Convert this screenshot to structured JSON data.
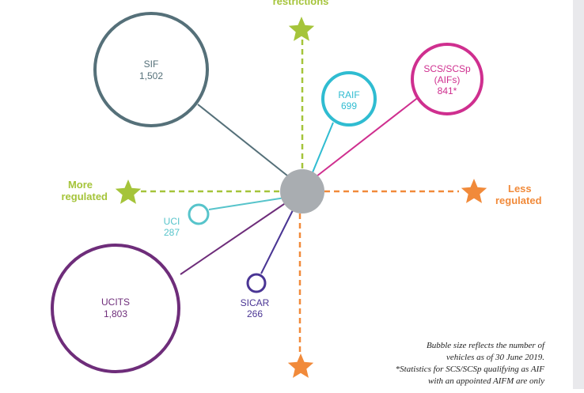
{
  "colors": {
    "green": "#a5c43a",
    "orange": "#f18a3a",
    "slate": "#557079",
    "cyan": "#2fbcd1",
    "magenta": "#cf2f8f",
    "purple": "#6e2d7a",
    "violet": "#4a3594",
    "light_cyan": "#57c4cb",
    "hub": "#a9adb1"
  },
  "axis_labels": {
    "top": "restrictions",
    "left_line1": "More",
    "left_line2": "regulated",
    "right_line1": "Less",
    "right_line2": "regulated"
  },
  "bubbles": {
    "sif": {
      "name": "SIF",
      "value": "1,502"
    },
    "raif": {
      "name": "RAIF",
      "value": "699"
    },
    "scs": {
      "line1": "SCS/SCSp",
      "line2": "(AIFs)",
      "value": "841*"
    },
    "uci": {
      "name": "UCI",
      "value": "287"
    },
    "ucits": {
      "name": "UCITS",
      "value": "1,803"
    },
    "sicar": {
      "name": "SICAR",
      "value": "266"
    }
  },
  "icons": [
    "star-icon"
  ],
  "footnote": {
    "line1": "Bubble size reflects the number of",
    "line2": "vehicles as of 30 June 2019.",
    "line3": "*Statistics for SCS/SCSp qualifying as AIF",
    "line4": "with an appointed AIFM are only"
  }
}
